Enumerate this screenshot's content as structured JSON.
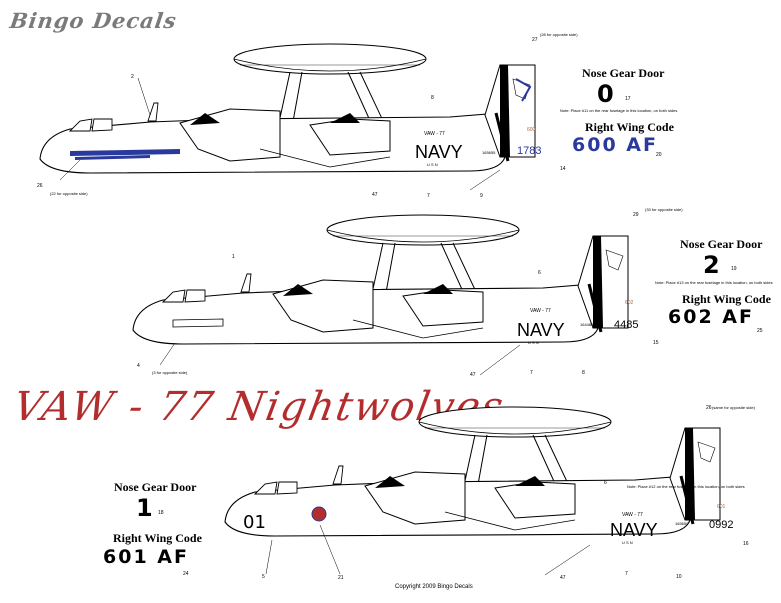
{
  "brand": {
    "name": "Bingo Decals"
  },
  "squadron": {
    "title": "VAW - 77 Nightwolves"
  },
  "copyright": "Copyright 2009 Bingo Decals",
  "colors": {
    "blue": "#2a3a9c",
    "red": "#b32d2d",
    "grey": "#7a7a7a",
    "brown": "#a06a4a"
  },
  "aircraft": [
    {
      "nose_gear_title": "Nose Gear Door",
      "nose_gear_number": "0",
      "nose_gear_ref": "17",
      "wing_code_title": "Right Wing Code",
      "wing_code": "600 AF",
      "wing_code_ref": "20",
      "squadron_tag": "VAW - 77",
      "navy": "NAVY",
      "usn": "U S N",
      "bureau_no": "165655",
      "tail_modex": "600",
      "tail_number": "1783",
      "callouts": [
        "2",
        "8",
        "27",
        "14",
        "26",
        "47",
        "7",
        "9"
      ],
      "note_tail": "(28 for opposite side)",
      "note_nose": "(22 for opposite side)",
      "note_wing": "Note: Place #11 on the rear fuselage in this location, on both sides"
    },
    {
      "nose_gear_title": "Nose Gear Door",
      "nose_gear_number": "2",
      "nose_gear_ref": "19",
      "wing_code_title": "Right Wing Code",
      "wing_code": "602 AF",
      "wing_code_ref": "25",
      "squadron_tag": "VAW - 77",
      "navy": "NAVY",
      "usn": "U S N",
      "bureau_no": "164485",
      "tail_modex": "602",
      "tail_number": "4485",
      "callouts": [
        "1",
        "6",
        "29",
        "15",
        "4",
        "47",
        "7",
        "8"
      ],
      "note_tail": "(33 for opposite side)",
      "note_nose": "(3 for opposite side)",
      "note_wing": "Note: Place #13 on the rear fuselage in this location, on both sides"
    },
    {
      "nose_gear_title": "Nose Gear Door",
      "nose_gear_number": "1",
      "nose_gear_ref": "18",
      "wing_code_title": "Right Wing Code",
      "wing_code": "601 AF",
      "wing_code_ref": "24",
      "squadron_tag": "VAW - 77",
      "navy": "NAVY",
      "usn": "U S N",
      "bureau_no": "165650",
      "tail_modex": "601",
      "tail_number": "0992",
      "nose_modex": "01",
      "callouts": [
        "6",
        "26",
        "16",
        "5",
        "21",
        "47",
        "7",
        "10"
      ],
      "note_tail": "(same for opposite side)",
      "note_wing": "Note: Place #12 on the rear fuselage in this location, on both sides"
    }
  ]
}
